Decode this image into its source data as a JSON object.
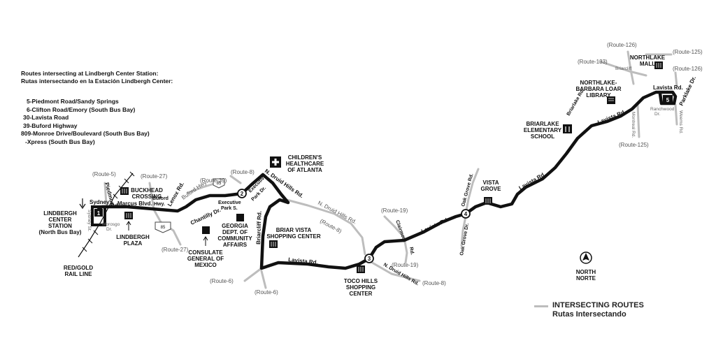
{
  "intersecting_header": {
    "en": "Routes intersecting at Lindbergh Center Station:",
    "es": "Rutas intersectando en la Estación Lindbergh Center:"
  },
  "intersecting_routes": [
    "5-Piedmont Road/Sandy Springs",
    "6-Clifton Road/Emory (South Bus Bay)",
    "30-Lavista Road",
    "39-Buford Highway",
    "809-Monroe Drive/Boulevard (South Bus Bay)",
    "-Xpress (South Bus Bay)"
  ],
  "legend": {
    "line1": "INTERSECTING ROUTES",
    "line2": "Rutas Intersectando",
    "color": "#bdbdbd"
  },
  "north_arrow": {
    "line1": "NORTH",
    "line2": "NORTE"
  },
  "timepoints": [
    "1",
    "2",
    "3",
    "4",
    "5"
  ],
  "route_refs": {
    "r5": "(Route-5)",
    "r27a": "(Route-27)",
    "r27b": "(Route-27)",
    "r39": "(Route-39)",
    "r8a": "(Route-8)",
    "r8b": "(Route-8)",
    "r8c": "(Route-8)",
    "r19a": "(Route-19)",
    "r19b": "(Route-19)",
    "r6a": "(Route-6)",
    "r6b": "(Route-6)",
    "r126a": "(Route-126)",
    "r126b": "(Route-126)",
    "r133": "(Route-133)",
    "r125a": "(Route-125)",
    "r125b": "(Route-125)"
  },
  "streets": {
    "sydney": "Sydney",
    "sydney_st": "Sydney St.",
    "piedmont": "Piedmont",
    "piedmont_rd": "Rd.",
    "marcus": "Marcus Blvd.",
    "morosgo": "Morosgo",
    "morosgo_dr": "Dr.",
    "buford_hwy": "Buford Hwy.",
    "buford": "Buford",
    "buford2": "Hwy.",
    "lenox": "Lenox Rd.",
    "chantilly": "Chantilly Dr.",
    "executive": "Executive",
    "executive2": "Park S.",
    "executive_pk": "Executive",
    "executive_pk2": "Park Dr.",
    "n_druid": "N. Druid Hills Rd.",
    "n_druid_gray": "N. Druid Hills Rd.",
    "n_druid_lower": "N. Druid Hills Rd.",
    "briarcliff": "Briarcliff Rd.",
    "lavista1": "Lavista Rd.",
    "clairmont": "Clairmont",
    "clairmont_rd": "Rd.",
    "lavista2": "Lavista Rd.",
    "oak_grove_up": "Oak Grove Rd.",
    "oak_grove_dn": "Oak Grove Dr.",
    "lavista3": "Lavista Rd.",
    "briarlake": "Briarlake Rd.",
    "lavista4": "Lavista Rd.",
    "lavista5": "Lavista Rd.",
    "parklake": "Parklake Dr.",
    "ranchwood": "Ranchwood",
    "ranchwood2": "Dr.",
    "montreal": "Montreal Rd.",
    "weems": "Weems Rd.",
    "briarcliff_n": "Briarcliff",
    "hwy85": "85"
  },
  "places": {
    "lindbergh": [
      "LINDBERGH",
      "CENTER",
      "STATION",
      "(North Bus Bay)"
    ],
    "red_gold": [
      "RED/GOLD",
      "RAIL LINE"
    ],
    "lindbergh_plaza": [
      "LINDBERGH",
      "PLAZA"
    ],
    "buckhead": [
      "BUCKHEAD",
      "CROSSING"
    ],
    "consulate": [
      "CONSULATE",
      "GENERAL OF",
      "MEXICO"
    ],
    "georgia": [
      "GEORGIA",
      "DEPT. OF",
      "COMMUNITY",
      "AFFAIRS"
    ],
    "choa": [
      "CHILDREN'S",
      "HEALTHCARE",
      "OF ATLANTA"
    ],
    "briar_vista": [
      "BRIAR VISTA",
      "SHOPPING CENTER"
    ],
    "toco": [
      "TOCO HILLS",
      "SHOPPING",
      "CENTER"
    ],
    "vista_grove": [
      "VISTA",
      "GROVE"
    ],
    "briarlake_es": [
      "BRIARLAKE",
      "ELEMENTARY",
      "SCHOOL"
    ],
    "library": [
      "NORTHLAKE-",
      "BARBARA LOAR",
      "LIBRARY"
    ],
    "northlake": [
      "NORTHLAKE",
      "MALL"
    ]
  },
  "colors": {
    "route": "#111111",
    "intersecting": "#bdbdbd"
  }
}
